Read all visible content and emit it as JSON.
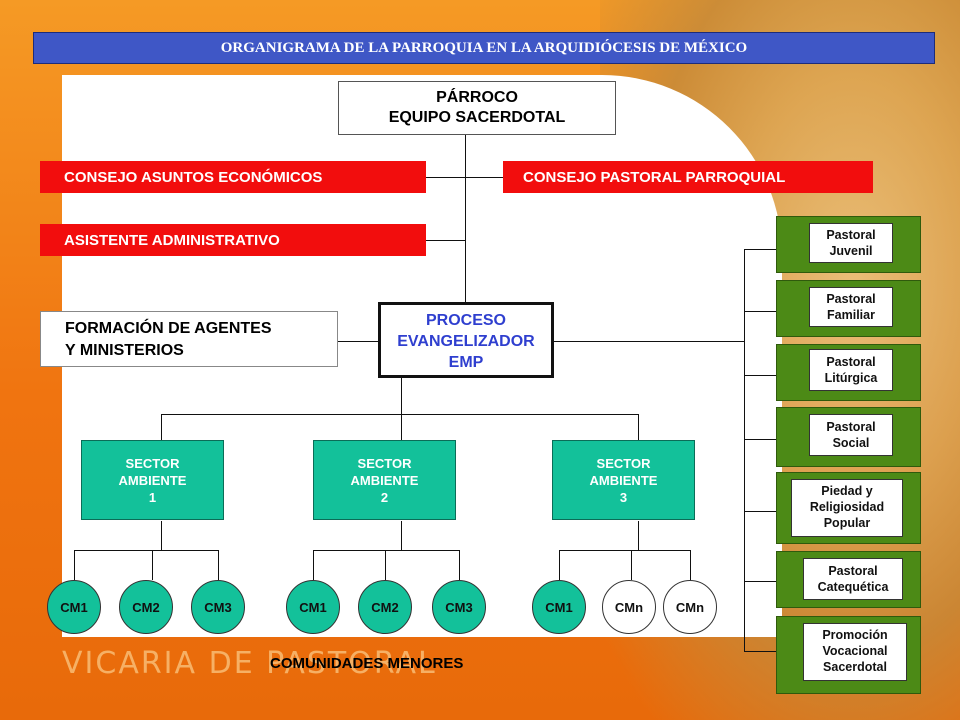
{
  "title": "ORGANIGRAMA DE LA PARROQUIA EN LA ARQUIDIÓCESIS DE MÉXICO",
  "watermark": "VICARIA DE PASTORAL",
  "parroco": {
    "line1": "PÁRROCO",
    "line2": "EQUIPO SACERDOTAL"
  },
  "consejo_economicos": "CONSEJO ASUNTOS ECONÓMICOS",
  "consejo_pastoral": "CONSEJO PASTORAL PARROQUIAL",
  "asistente": "ASISTENTE ADMINISTRATIVO",
  "formacion": {
    "line1": "FORMACIÓN DE AGENTES",
    "line2": "Y MINISTERIOS"
  },
  "proceso": {
    "line1": "PROCESO",
    "line2": "EVANGELIZADOR",
    "line3": "EMP"
  },
  "sectores": [
    {
      "line1": "SECTOR",
      "line2": "AMBIENTE",
      "line3": "1"
    },
    {
      "line1": "SECTOR",
      "line2": "AMBIENTE",
      "line3": "2"
    },
    {
      "line1": "SECTOR",
      "line2": "AMBIENTE",
      "line3": "3"
    }
  ],
  "comunidades": [
    "CM1",
    "CM2",
    "CM3",
    "CM1",
    "CM2",
    "CM3",
    "CM1",
    "CMn",
    "CMn"
  ],
  "comunidades_label": "COMUNIDADES MENORES",
  "pastorales": [
    {
      "line1": "Pastoral",
      "line2": "Juvenil"
    },
    {
      "line1": "Pastoral",
      "line2": "Familiar"
    },
    {
      "line1": "Pastoral",
      "line2": "Litúrgica"
    },
    {
      "line1": "Pastoral",
      "line2": "Social"
    },
    {
      "line1": "Piedad y",
      "line2": "Religiosidad",
      "line3": "Popular"
    },
    {
      "line1": "Pastoral",
      "line2": "Catequética"
    },
    {
      "line1": "Promoción",
      "line2": "Vocacional",
      "line3": "Sacerdotal"
    }
  ],
  "colors": {
    "title_bg": "#3f57c6",
    "red": "#f20d0d",
    "teal": "#13c19a",
    "green": "#4c8a16",
    "proceso_text": "#2f3fcf"
  }
}
